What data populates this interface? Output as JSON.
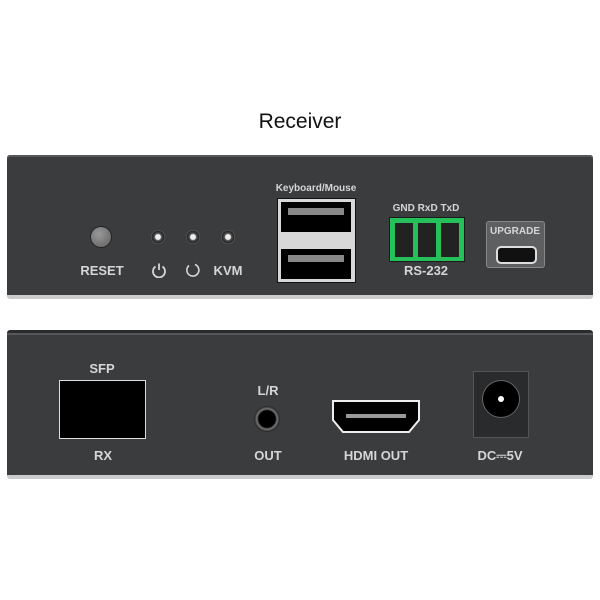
{
  "title": "Receiver",
  "front_panel": {
    "reset_label": "RESET",
    "led_labels": {
      "power_icon": "power-icon",
      "link_icon": "link-icon",
      "kvm": "KVM"
    },
    "usb_label": "Keyboard/Mouse",
    "rs232_pins": "GND RxD TxD",
    "rs232_label": "RS-232",
    "upgrade_label": "UPGRADE",
    "terminal_color": "#25c05a"
  },
  "rear_panel": {
    "sfp_label": "SFP",
    "sfp_sub": "RX",
    "audio_label": "L/R",
    "audio_sub": "OUT",
    "hdmi_label": "HDMI OUT",
    "dc_label": "DC⎓5V"
  }
}
